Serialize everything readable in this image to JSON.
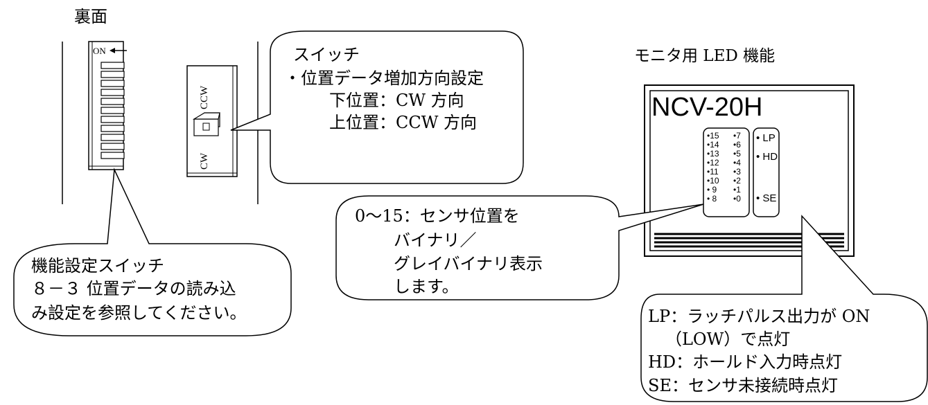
{
  "labels": {
    "back_side": "裏面",
    "monitor_led_title": "モニタ用 LED 機能",
    "dip_on": "ON",
    "rotary_ccw": "CCW",
    "rotary_cw": "CW",
    "model_name": "NCV-20H"
  },
  "led_numbers": {
    "left_col": [
      "•15",
      "•14",
      "•13",
      "•12",
      "•11",
      "•10",
      "• 9",
      "• 8"
    ],
    "right_col": [
      "•7",
      "•6",
      "•5",
      "•4",
      "•3",
      "•2",
      "•1",
      "•0"
    ]
  },
  "status_leds": {
    "lp": "• LP",
    "hd": "• HD",
    "se": "• SE"
  },
  "callouts": {
    "switch": [
      "スイッチ",
      "・位置データ増加方向設定",
      "下位置：CW 方向",
      "上位置：CCW 方向"
    ],
    "function_switch": [
      "機能設定スイッチ",
      "８－３ 位置データの読み込",
      "み設定を参照してください。"
    ],
    "sensor_position": [
      "0～15：センサ位置を",
      "バイナリ／",
      "グレイバイナリ表示",
      "します。"
    ],
    "status": [
      "LP：ラッチパルス出力が ON",
      "（LOW）で点灯",
      "HD：ホールド入力時点灯",
      "SE：センサ未接続時点灯"
    ]
  }
}
